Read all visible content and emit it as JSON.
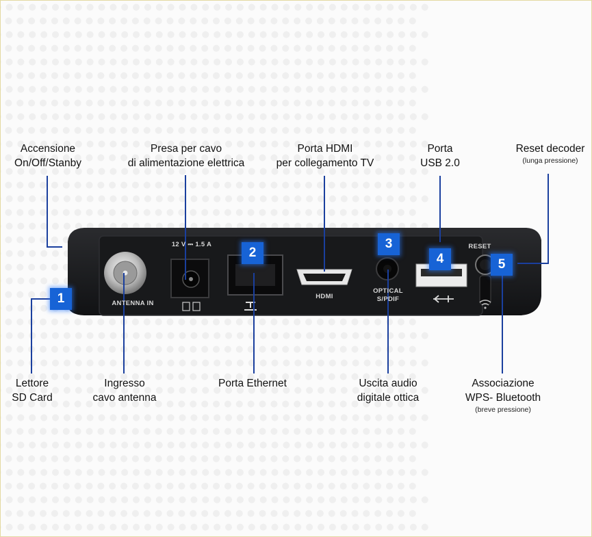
{
  "labels": {
    "accensione": [
      "Accensione",
      "On/Off/Stanby"
    ],
    "presa": [
      "Presa per cavo",
      "di alimentazione elettrica"
    ],
    "hdmi": [
      "Porta HDMI",
      "per collegamento TV"
    ],
    "usb": [
      "Porta",
      "USB 2.0"
    ],
    "reset": {
      "title": "Reset decoder",
      "sub": "(lunga pressione)"
    },
    "lettore": [
      "Lettore",
      "SD Card"
    ],
    "ingresso": [
      "Ingresso",
      "cavo antenna"
    ],
    "ethernet": [
      "Porta Ethernet"
    ],
    "audio": [
      "Uscita audio",
      "digitale ottica"
    ],
    "wps": {
      "lines": [
        "Associazione",
        "WPS- Bluetooth"
      ],
      "sub": "(breve pressione)"
    }
  },
  "badges": [
    "1",
    "2",
    "3",
    "4",
    "5"
  ],
  "panel": {
    "antenna": "ANTENNA IN",
    "power": "12 V ⎓ 1.5 A",
    "hdmi": "HDMI",
    "optical": [
      "OPTICAL",
      "S/PDIF"
    ],
    "reset": "RESET"
  },
  "colors": {
    "accent": "#1763d6",
    "device": "#1c1d20",
    "line": "#1a3f9e"
  }
}
